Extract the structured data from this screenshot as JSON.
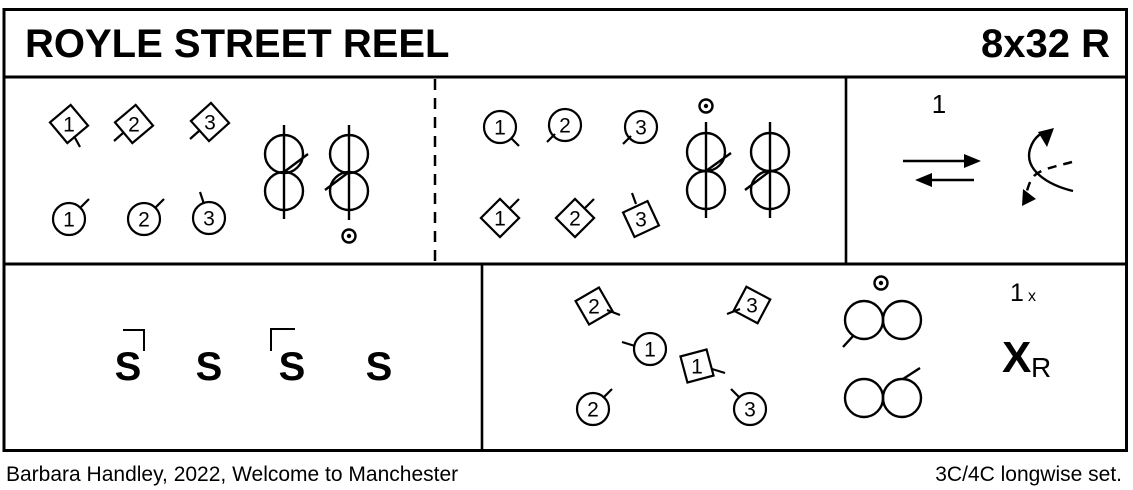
{
  "header": {
    "title": "ROYLE STREET REEL",
    "repeat": "8x32 R"
  },
  "colors": {
    "ink": "#000000",
    "paper": "#ffffff"
  },
  "cells": {
    "bars_a": {
      "men": [
        "1",
        "2",
        "3"
      ],
      "women": [
        "1",
        "2",
        "3"
      ]
    },
    "bars_b": {
      "women": [
        "1",
        "2",
        "3"
      ],
      "men": [
        "1",
        "2",
        "3"
      ]
    },
    "bars_c": {
      "couple_label": "1"
    },
    "bars_d": {
      "set_steps": [
        "S",
        "S",
        "S",
        "S"
      ]
    },
    "bars_e": {
      "men": [
        "2",
        "3",
        "1"
      ],
      "women": [
        "1",
        "2",
        "3"
      ],
      "repeat_marker": {
        "main": "1",
        "sub": "x"
      },
      "cross_symbol": {
        "main": "X",
        "sub": "R"
      }
    }
  },
  "footer": {
    "credit": "Barbara Handley, 2022, Welcome to Manchester",
    "set_type": "3C/4C longwise set."
  }
}
